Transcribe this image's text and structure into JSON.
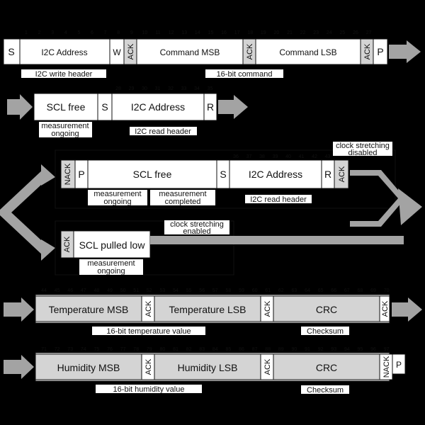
{
  "row1": {
    "fields": [
      "S",
      "I2C Address",
      "W",
      "ACK",
      "Command MSB",
      "ACK",
      "Command LSB",
      "ACK",
      "P"
    ],
    "bits": [
      "1",
      "2",
      "3",
      "4",
      "5",
      "6",
      "7",
      "8",
      "9",
      "10",
      "11",
      "12",
      "13",
      "14",
      "15",
      "16",
      "17",
      "18",
      "19",
      "20",
      "21",
      "22",
      "23",
      "24",
      "25",
      "26",
      "27"
    ],
    "header_caption": "I2C write header",
    "command_caption": "16-bit command"
  },
  "row2": {
    "fields": [
      "SCL free",
      "S",
      "I2C Address",
      "R"
    ],
    "bits": [
      "28",
      "29",
      "30",
      "31",
      "32",
      "33",
      "34",
      "35"
    ],
    "measurement_caption": [
      "measurement",
      "ongoing"
    ],
    "read_header_caption": "I2C read header"
  },
  "row3": {
    "fields": [
      "NACK",
      "P",
      "SCL free",
      "S",
      "I2C Address",
      "R",
      "ACK"
    ],
    "bits": [
      "36",
      "37",
      "38",
      "39",
      "40",
      "41",
      "42",
      "43"
    ],
    "meas_ongoing": [
      "measurement",
      "ongoing"
    ],
    "meas_completed": [
      "measurement",
      "completed"
    ],
    "read_header_caption": "I2C read header",
    "clock_stretch_disabled": [
      "clock stretching",
      "disabled"
    ]
  },
  "row4": {
    "fields": [
      "ACK",
      "SCL pulled low"
    ],
    "clock_stretch_enabled": [
      "clock stretching",
      "enabled"
    ],
    "meas_ongoing": [
      "measurement",
      "ongoing"
    ]
  },
  "row5": {
    "fields": [
      "Temperature MSB",
      "ACK",
      "Temperature LSB",
      "ACK",
      "CRC",
      "ACK"
    ],
    "bits": [
      "44",
      "45",
      "46",
      "47",
      "48",
      "49",
      "50",
      "51",
      "52",
      "53",
      "54",
      "55",
      "56",
      "57",
      "58",
      "59",
      "60",
      "61",
      "62",
      "63",
      "64",
      "65",
      "66",
      "67",
      "68",
      "69",
      "70"
    ],
    "value_caption": "16-bit temperature value",
    "checksum_caption": "Checksum"
  },
  "row6": {
    "fields": [
      "Humidity MSB",
      "ACK",
      "Humidity LSB",
      "ACK",
      "CRC",
      "NACK",
      "P"
    ],
    "bits": [
      "71",
      "72",
      "73",
      "74",
      "75",
      "76",
      "77",
      "78",
      "79",
      "80",
      "81",
      "82",
      "83",
      "84",
      "85",
      "86",
      "87",
      "88",
      "89",
      "90",
      "91",
      "92",
      "93",
      "94",
      "95",
      "96",
      "97"
    ],
    "value_caption": "16-bit humidity value",
    "checksum_caption": "Checksum"
  },
  "colors": {
    "background": "#000000",
    "light": "#ffffff",
    "shaded": "#d4d4d4",
    "arrow": "#a3a3a3"
  }
}
